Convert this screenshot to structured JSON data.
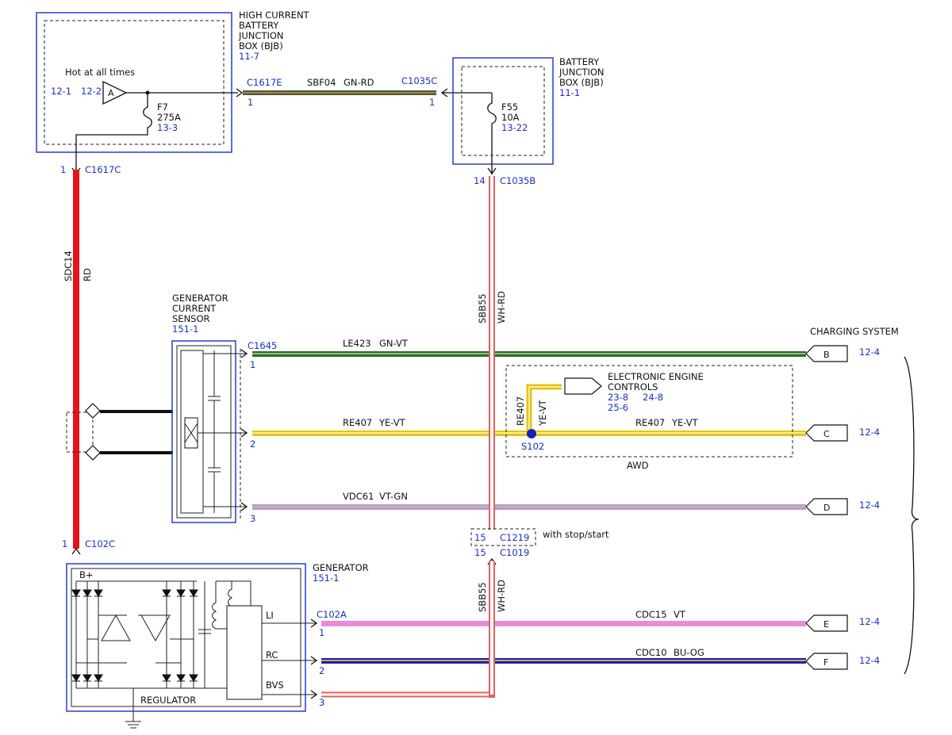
{
  "bjb_high": {
    "l1": "HIGH CURRENT",
    "l2": "BATTERY",
    "l3": "JUNCTION",
    "l4": "BOX (BJB)",
    "ref": "11-7",
    "hot": "Hot at all times",
    "p1": "12-1",
    "p2": "12-2",
    "amp": "A",
    "fuse": "F7",
    "rating": "275A",
    "fref": "13-3"
  },
  "bjb": {
    "l1": "BATTERY",
    "l2": "JUNCTION",
    "l3": "BOX (BJB)",
    "ref": "11-1",
    "fuse": "F55",
    "rating": "10A",
    "fref": "13-22"
  },
  "c1617e": {
    "name": "C1617E",
    "pin": "1"
  },
  "c1035c": {
    "name": "C1035C",
    "pin": "1"
  },
  "sbf04": {
    "circuit": "SBF04",
    "color": "GN-RD"
  },
  "c1617c": {
    "name": "C1617C",
    "pin": "1"
  },
  "sdc14": {
    "circuit": "SDC14",
    "color": "RD"
  },
  "c1035b": {
    "name": "C1035B",
    "pin": "14"
  },
  "sbb55": {
    "circuit": "SBB55",
    "color": "WH-RD"
  },
  "gcs": {
    "l1": "GENERATOR",
    "l2": "CURRENT",
    "l3": "SENSOR",
    "ref": "151-1"
  },
  "c1645": {
    "name": "C1645",
    "pin1": "1",
    "pin2": "2",
    "pin3": "3"
  },
  "le423": {
    "circuit": "LE423",
    "color": "GN-VT"
  },
  "re407": {
    "circuit": "RE407",
    "color": "YE-VT"
  },
  "vdc61": {
    "circuit": "VDC61",
    "color": "VT-GN"
  },
  "charging": "CHARGING SYSTEM",
  "eec": {
    "l1": "ELECTRONIC ENGINE",
    "l2": "CONTROLS",
    "r1": "23-8",
    "r2": "24-8",
    "r3": "25-6"
  },
  "s102": "S102",
  "awd": "AWD",
  "conns": [
    {
      "letter": "B",
      "ref": "12-4"
    },
    {
      "letter": "C",
      "ref": "12-4"
    },
    {
      "letter": "D",
      "ref": "12-4"
    },
    {
      "letter": "E",
      "ref": "12-4"
    },
    {
      "letter": "F",
      "ref": "12-4"
    }
  ],
  "c1219": {
    "name": "C1219",
    "pin": "15",
    "note": "with stop/start"
  },
  "c1019": {
    "name": "C1019",
    "pin": "15"
  },
  "c102c": {
    "name": "C102C",
    "pin": "1"
  },
  "generator": {
    "l1": "GENERATOR",
    "ref": "151-1",
    "bplus": "B+",
    "li": "LI",
    "rc": "RC",
    "bvs": "BVS",
    "regulator": "REGULATOR"
  },
  "c102a": {
    "name": "C102A",
    "pin1": "1",
    "pin2": "2",
    "pin3": "3"
  },
  "cdc15": {
    "circuit": "CDC15",
    "color": "VT"
  },
  "cdc10": {
    "circuit": "CDC10",
    "color": "BU-OG"
  },
  "colors": {
    "red": "#e8121a",
    "green": "#2e6b2a",
    "yellow": "#e8c215",
    "violet": "#c990d6",
    "pink": "#e88bd8",
    "blue": "#1422b8",
    "whrd": "#e06060",
    "blueText": "#1a2fd0",
    "boxStroke": "#2a3bd6",
    "boxFill": "#f2f2f2"
  }
}
